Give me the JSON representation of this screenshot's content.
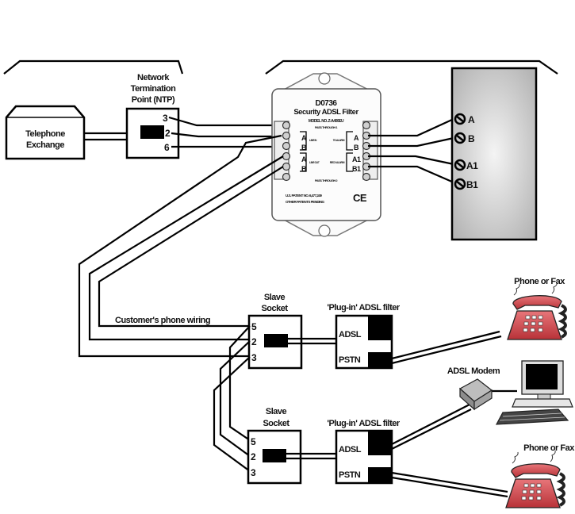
{
  "diagram": {
    "exchange": {
      "line1": "Telephone",
      "line2": "Exchange"
    },
    "ntp": {
      "title1": "Network",
      "title2": "Termination",
      "title3": "Point (NTP)",
      "pins": [
        "3",
        "2",
        "6"
      ]
    },
    "filter_unit": {
      "model": "D0736",
      "name": "Security ADSL Filter",
      "model_no": "MODEL NO. Z-A400EU",
      "pass_through_top": "PASS THROUGH 1",
      "pass_through_bottom": "PASS THROUGH 2",
      "left_terms": [
        "A",
        "B",
        "A",
        "B"
      ],
      "left_groups": [
        "LINE IN",
        "LINE OUT"
      ],
      "right_terms": [
        "A",
        "B",
        "A1",
        "B1"
      ],
      "right_groups": [
        "TO ALARM",
        "RECV ALARM"
      ],
      "patent1": "U.S. PATENT NO. 6,477,249",
      "patent2": "OTHER PATENTS PENDING",
      "ce_mark": "CE"
    },
    "alarm_panel": {
      "terminals": [
        "A",
        "B",
        "A1",
        "B1"
      ]
    },
    "customer_wiring_label": "Customer's phone wiring",
    "slave_socket_1": {
      "title1": "Slave",
      "title2": "Socket",
      "pins": [
        "5",
        "2",
        "3"
      ]
    },
    "slave_socket_2": {
      "title1": "Slave",
      "title2": "Socket",
      "pins": [
        "5",
        "2",
        "3"
      ]
    },
    "plugin_filter_1": {
      "title": "'Plug-in' ADSL filter",
      "ports": [
        "ADSL",
        "PSTN"
      ]
    },
    "plugin_filter_2": {
      "title": "'Plug-in' ADSL filter",
      "ports": [
        "ADSL",
        "PSTN"
      ]
    },
    "phone_1_label": "Phone or Fax",
    "phone_2_label": "Phone or Fax",
    "modem_label": "ADSL Modem",
    "colors": {
      "phone_red": "#d2494f",
      "panel_gray": "#c8c8c8",
      "line": "#000000"
    }
  }
}
